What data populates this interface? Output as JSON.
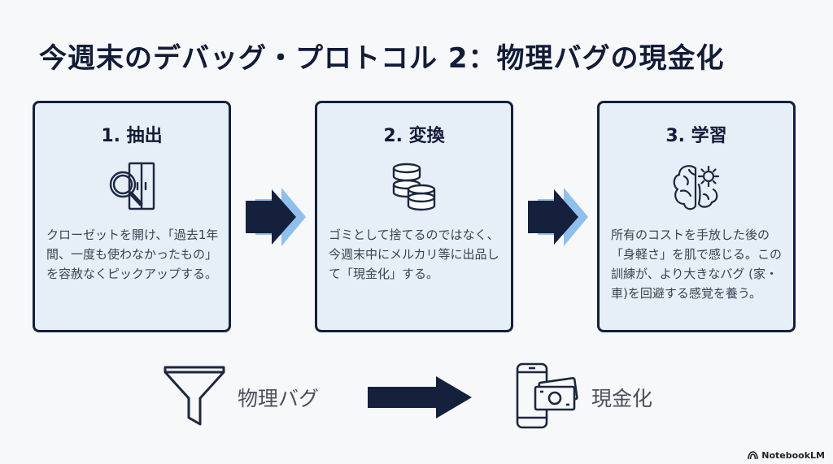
{
  "title": "今週末のデバッグ・プロトコル 2：物理バグの現金化",
  "steps": [
    {
      "title": "1. 抽出",
      "icon": "closet-magnifier-icon",
      "body": "クローゼットを開け、「過去1年間、一度も使わなかったもの」を容赦なくピックアップする。"
    },
    {
      "title": "2. 変換",
      "icon": "coins-icon",
      "body": "ゴミとして捨てるのではなく、今週末中にメルカリ等に出品して「現金化」する。"
    },
    {
      "title": "3. 学習",
      "icon": "brain-gear-icon",
      "body": "所有のコストを手放した後の「身軽さ」を肌で感じる。この訓練が、より大きなバグ (家・車)を回避する感覚を養う。"
    }
  ],
  "flow": {
    "from_label": "物理バグ",
    "to_label": "現金化",
    "from_icon": "funnel-icon",
    "to_icon": "phone-cash-icon"
  },
  "brand": "NotebookLM",
  "colors": {
    "navy": "#15203d",
    "card_bg": "#e6eef8",
    "arrow_accent": "#8fc0ec"
  }
}
